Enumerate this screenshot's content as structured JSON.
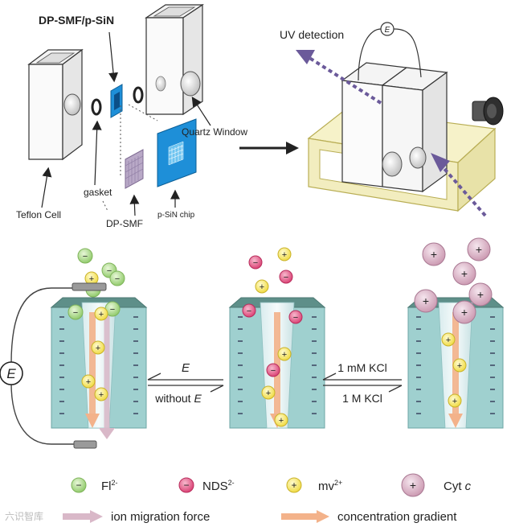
{
  "top": {
    "membrane_label": "DP-SMF/p-SiN",
    "teflon_label": "Teflon Cell",
    "gasket_label": "gasket",
    "dpsmf_label": "DP-SMF",
    "chip_label": "p-SiN chip",
    "quartz_label": "Quartz Window",
    "uv_label": "UV detection",
    "electrode_symbol": "E"
  },
  "bottom": {
    "electrode_symbol": "E",
    "arrow_left_top": "E",
    "arrow_left_bottom_prefix": "without ",
    "arrow_left_bottom_italic": "E",
    "arrow_right_top": "1 mM KCl",
    "arrow_right_bottom": "1 M KCl"
  },
  "legend": {
    "fl_label": "Fl",
    "fl_sup": "2-",
    "nds_label": "NDS",
    "nds_sup": "2-",
    "mv_label": "mv",
    "mv_sup": "2+",
    "cyt_label": "Cyt ",
    "cyt_italic": "c",
    "ion_migration_label": "ion migration force",
    "concentration_label": "concentration gradient"
  },
  "watermark": "六识智库",
  "colors": {
    "channel_wall": "#9fd0cf",
    "channel_top": "#5e8f89",
    "fl_green": "#a3d97e",
    "nds_pink": "#e0457a",
    "mv_yellow": "#f2e14a",
    "cyt_mauve": "#d5a7bd",
    "chip_blue": "#1e8fd8",
    "frame_yellow": "#efe9b4",
    "uv_arrow": "#6b5a9a",
    "migration_arrow": "#d9b8c8",
    "gradient_arrow": "#f3b28a"
  }
}
